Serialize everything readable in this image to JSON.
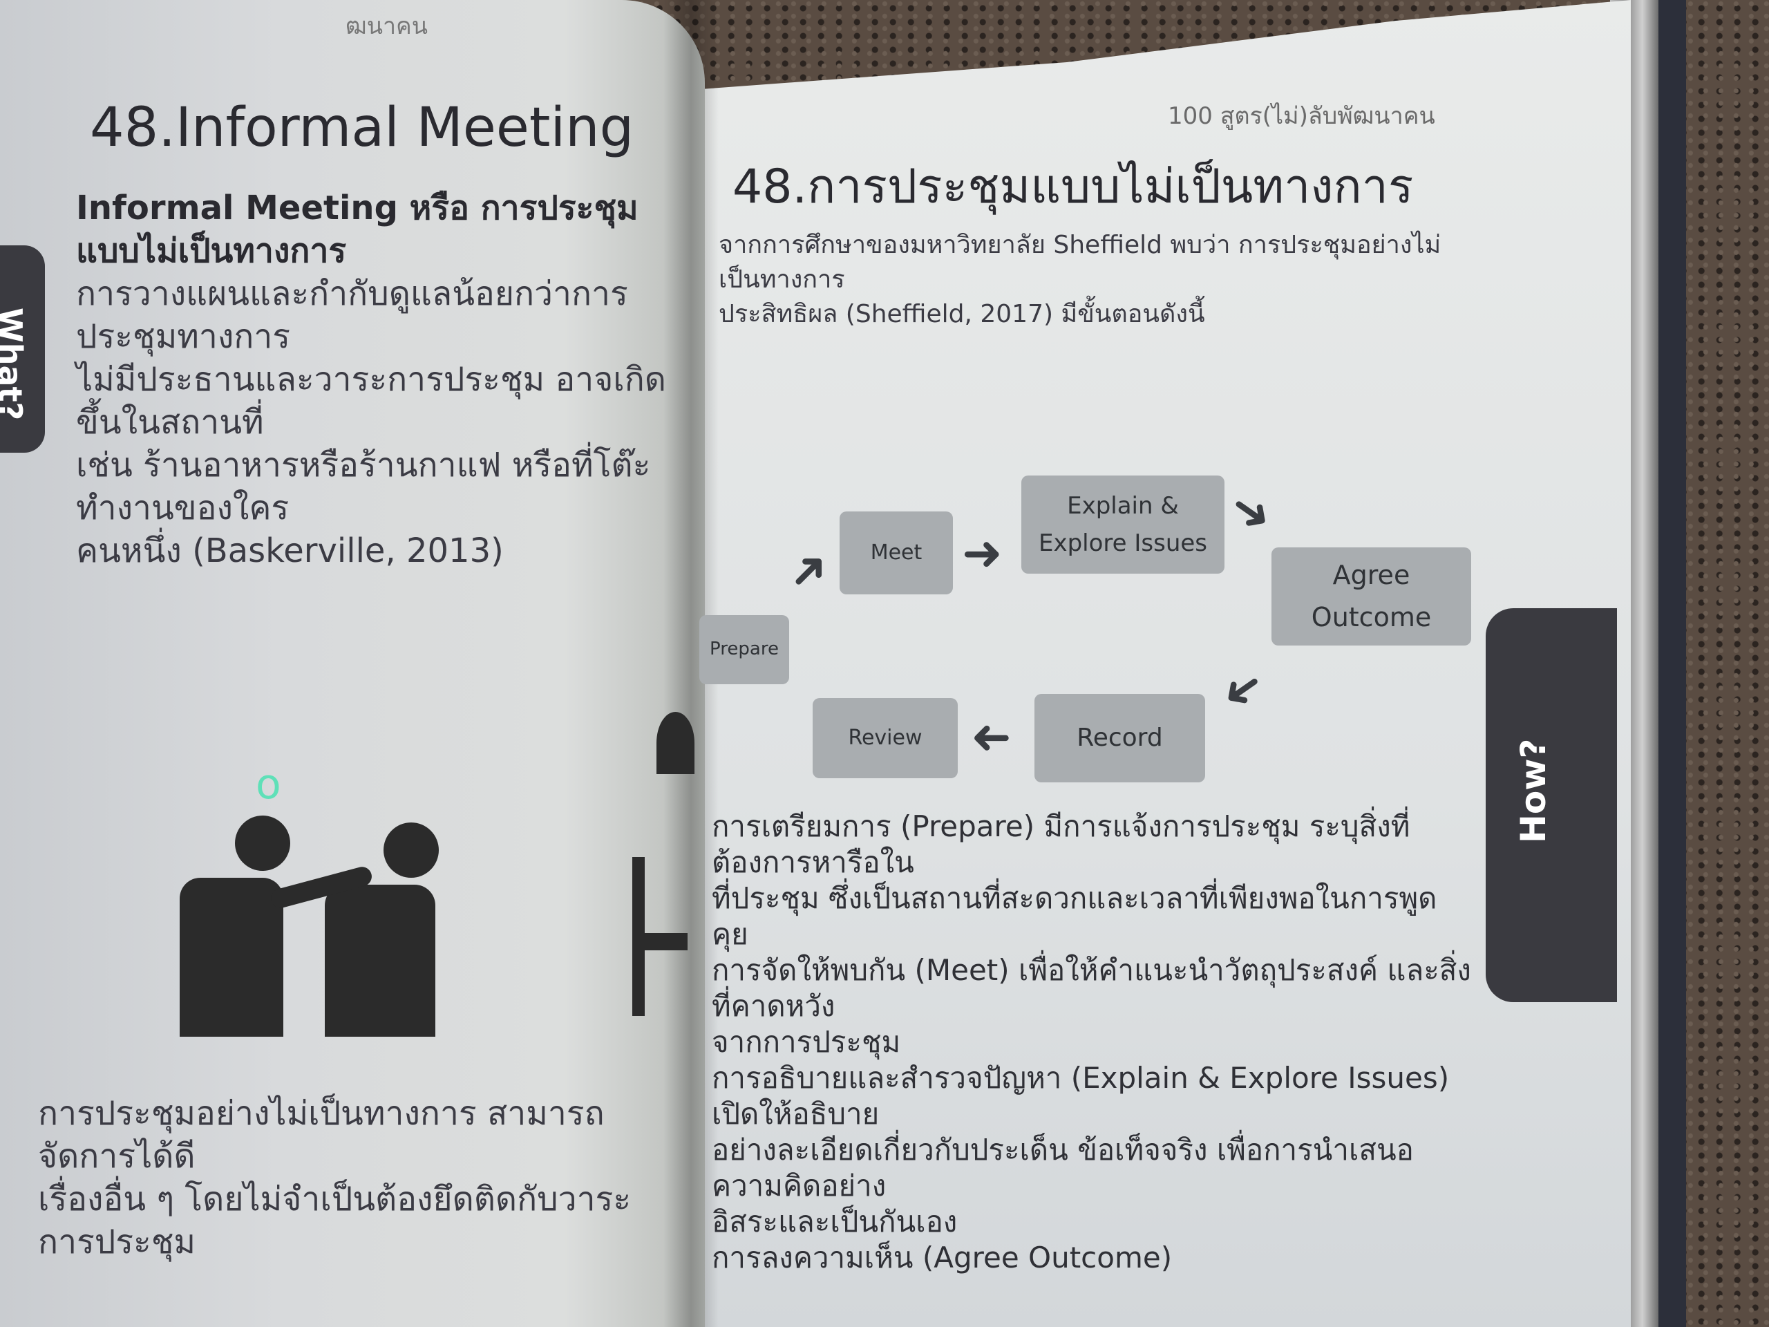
{
  "left_page": {
    "running_head": "ฒนาคน",
    "tab_label": "What?",
    "title": "48.Informal Meeting",
    "lines": [
      "Informal Meeting หรือ การประชุมแบบไม่เป็นทางการ",
      "การวางแผนและกำกับดูแลน้อยกว่าการประชุมทางการ",
      "ไม่มีประธานและวาระการประชุม อาจเกิดขึ้นในสถานที่",
      "เช่น ร้านอาหารหรือร้านกาแฟ หรือที่โต๊ะทำงานของใคร",
      "คนหนึ่ง (Baskerville, 2013)"
    ],
    "bottom_lines": [
      "การประชุมอย่างไม่เป็นทางการ สามารถจัดการได้ดี",
      "เรื่องอื่น ๆ โดยไม่จำเป็นต้องยึดติดกับวาระการประชุม"
    ],
    "marker": "o"
  },
  "right_page": {
    "running_head": "100 สูตร(ไม่)ลับพัฒนาคน",
    "tab_label": "How?",
    "title": "48.การประชุมแบบไม่เป็นทางการ",
    "intro_lines": [
      "จากการศึกษาของมหาวิทยาลัย Sheffield พบว่า การประชุมอย่างไม่เป็นทางการ",
      "ประสิทธิผล (Sheffield, 2017) มีขั้นตอนดังนี้"
    ],
    "diagram": {
      "steps": [
        "Prepare",
        "Meet",
        "Explain & Explore Issues",
        "Agree Outcome",
        "Record",
        "Review"
      ],
      "explain_lines": [
        "Explain &",
        "Explore Issues"
      ],
      "agree_lines": [
        "Agree",
        "Outcome"
      ]
    },
    "body_lines": [
      "การเตรียมการ (Prepare) มีการแจ้งการประชุม ระบุสิ่งที่ต้องการหารือใน",
      "ที่ประชุม ซึ่งเป็นสถานที่สะดวกและเวลาที่เพียงพอในการพูดคุย",
      "การจัดให้พบกัน (Meet) เพื่อให้คำแนะนำวัตถุประสงค์ และสิ่งที่คาดหวัง",
      "จากการประชุม",
      "การอธิบายและสำรวจปัญหา (Explain & Explore Issues) เปิดให้อธิบาย",
      "อย่างละเอียดเกี่ยวกับประเด็น ข้อเท็จจริง เพื่อการนำเสนอความคิดอย่าง",
      "อิสระและเป็นกันเอง",
      "การลงความเห็น (Agree Outcome)"
    ]
  }
}
